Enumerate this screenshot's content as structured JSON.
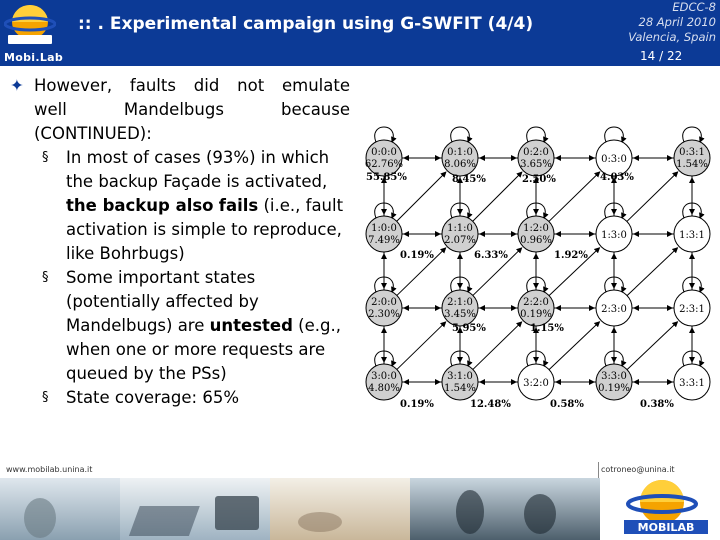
{
  "header": {
    "title": ":: . Experimental campaign using G-SWFIT (4/4)",
    "org": "Mobi.Lab",
    "conference": [
      "EDCC-8",
      "28 April 2010",
      "Valencia, Spain"
    ],
    "page": "14 / 22"
  },
  "bullets": {
    "main_parts": [
      "However, faults did not emulate",
      "well",
      "Mandelbugs",
      "because",
      "(CONTINUED):"
    ],
    "sub1": {
      "lines": [
        "In most of cases (93%) in",
        "which the backup Façade is",
        "activated, "
      ],
      "bold_a": "the backup also",
      "bold_b": "fails",
      "rest": " (i.e., fault activation is simple to reproduce, like Bohrbugs)"
    },
    "sub2": {
      "before": "Some important states (potentially affected by Mandelbugs) are ",
      "bold": "untested",
      "after": " (e.g., when one or more requests are queued by the PSs)"
    },
    "sub3": "State coverage: 65%"
  },
  "diagram": {
    "nodes": [
      [
        "0:0:0",
        "62.76%"
      ],
      [
        "0:1:0",
        "8.06%"
      ],
      [
        "0:2:0",
        "3.65%"
      ],
      [
        "0:3:0",
        ""
      ],
      [
        "0:3:1",
        "1.54%"
      ],
      [
        "1:0:0",
        "7.49%"
      ],
      [
        "1:1:0",
        "2.07%"
      ],
      [
        "1:2:0",
        "0.96%"
      ],
      [
        "1:3:0",
        ""
      ],
      [
        "1:3:1",
        ""
      ],
      [
        "2:0:0",
        "2.30%"
      ],
      [
        "2:1:0",
        "3.45%"
      ],
      [
        "2:2:0",
        "0.19%"
      ],
      [
        "2:3:0",
        ""
      ],
      [
        "2:3:1",
        ""
      ],
      [
        "3:0:0",
        "4.80%"
      ],
      [
        "3:1:0",
        "1.54%"
      ],
      [
        "3:2:0",
        ""
      ],
      [
        "3:3:0",
        "0.19%"
      ],
      [
        "3:3:1",
        ""
      ]
    ],
    "edge_labels": {
      "r1": [
        "55.85%",
        "8.45%",
        "2.50%",
        "4.03%"
      ],
      "r2": [
        "0.19%",
        "6.33%",
        "1.92%"
      ],
      "r3": [
        "5.95%",
        "1.15%"
      ],
      "r4": [
        "0.19%",
        "12.48%",
        "0.58%",
        "0.38%"
      ]
    }
  },
  "footer": {
    "left": "www.mobilab.unina.it",
    "right": "cotroneo@unina.it",
    "logo_text": "MOBILAB"
  },
  "colors": {
    "header": "#0c3a96",
    "untested_node": "#ffffff",
    "tested_node": "#d0d0d0"
  }
}
